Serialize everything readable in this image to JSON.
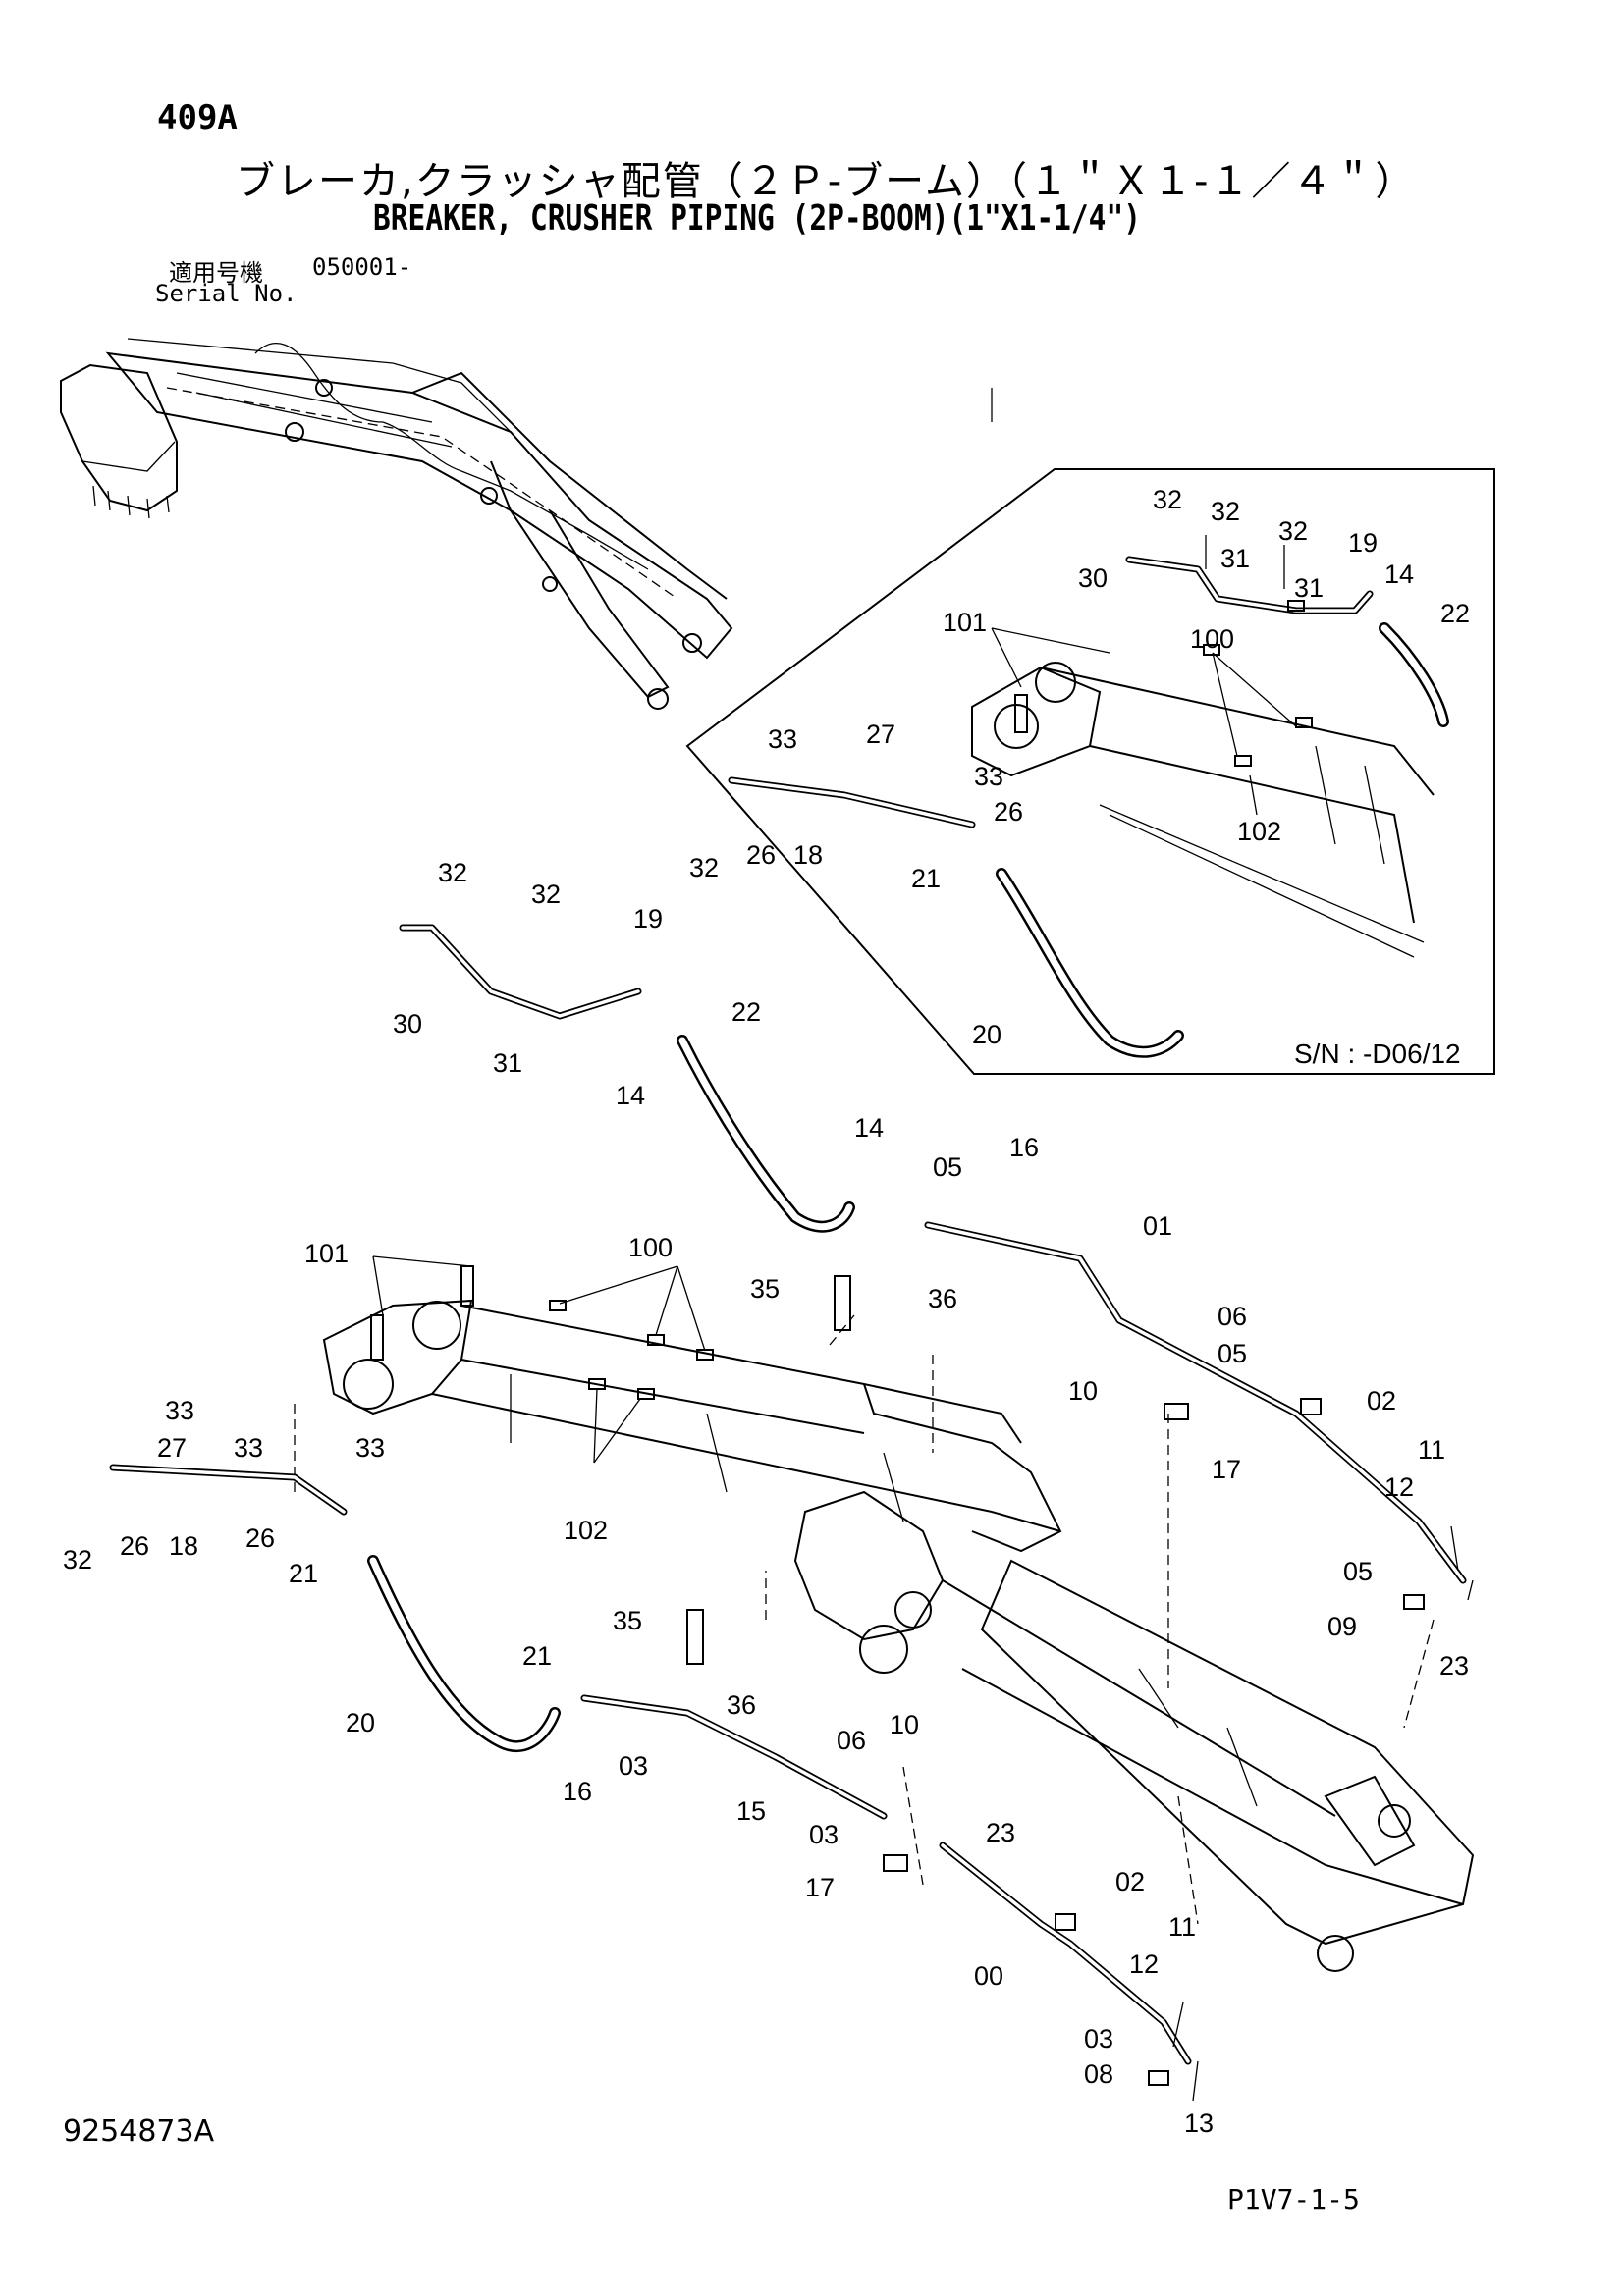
{
  "header": {
    "page_code": "409A",
    "title_jp": "ブレーカ,クラッシャ配管（２Ｐ-ブーム）（１＂Ｘ１-１／４＂）",
    "title_en": "BREAKER, CRUSHER PIPING (2P-BOOM)(1\"X1-1/4\")",
    "serial_label_jp": "適用号機",
    "serial_number": "050001-",
    "serial_label_en": "Serial No."
  },
  "inset": {
    "sn_label": "S/N : -D06/12",
    "callouts": [
      "32",
      "32",
      "32",
      "19",
      "30",
      "31",
      "31",
      "14",
      "22",
      "101",
      "100",
      "33",
      "27",
      "33",
      "26",
      "18",
      "26",
      "32",
      "102",
      "21",
      "20"
    ]
  },
  "main": {
    "callouts": [
      "32",
      "32",
      "19",
      "30",
      "31",
      "22",
      "14",
      "14",
      "05",
      "16",
      "01",
      "101",
      "100",
      "35",
      "36",
      "06",
      "05",
      "10",
      "02",
      "17",
      "11",
      "12",
      "33",
      "27",
      "33",
      "33",
      "18",
      "26",
      "26",
      "32",
      "102",
      "21",
      "05",
      "09",
      "23",
      "35",
      "36",
      "21",
      "16",
      "03",
      "20",
      "15",
      "06",
      "10",
      "03",
      "23",
      "17",
      "02",
      "00",
      "11",
      "12",
      "03",
      "08",
      "13"
    ]
  },
  "footer": {
    "doc_number": "9254873A",
    "page_ref": "P1V7-1-5"
  }
}
